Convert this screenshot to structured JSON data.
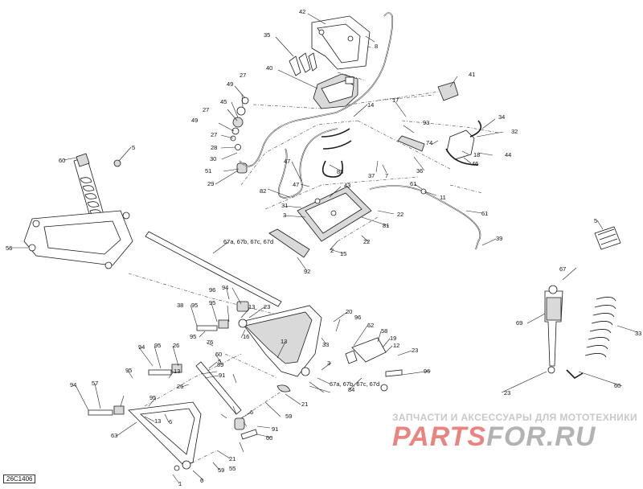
{
  "diagram_code": "26C1406",
  "watermark": {
    "tagline": "ЗАПЧАСТИ И АКСЕССУАРЫ ДЛЯ МОТОТЕХНИКИ",
    "logo_part1": "PARTS",
    "logo_part2": "FOR.RU"
  },
  "callouts": [
    "42",
    "35",
    "40",
    "8",
    "41",
    "49",
    "27",
    "45",
    "27",
    "49",
    "27",
    "28",
    "30",
    "51",
    "29",
    "14",
    "17",
    "93",
    "34",
    "32",
    "74",
    "18",
    "46",
    "44",
    "36",
    "37",
    "7",
    "47",
    "83",
    "47",
    "82",
    "43",
    "61",
    "11",
    "31",
    "3",
    "81",
    "22",
    "2",
    "22",
    "15",
    "92",
    "61",
    "39",
    "5",
    "60",
    "5",
    "56",
    "67a, 67b, 67c, 67d",
    "67",
    "69",
    "33",
    "96",
    "94",
    "95",
    "95",
    "13",
    "23",
    "38",
    "20",
    "96",
    "95",
    "76",
    "16",
    "33",
    "62",
    "58",
    "19",
    "12",
    "23",
    "94",
    "95",
    "26",
    "60",
    "13",
    "3",
    "5",
    "89",
    "96",
    "95",
    "13",
    "91",
    "84",
    "60",
    "67a, 67b, 67c, 67d",
    "23",
    "94",
    "57",
    "26",
    "95",
    "13",
    "6",
    "59",
    "21",
    "55",
    "63",
    "6",
    "91",
    "60",
    "21",
    "59",
    "6",
    "1"
  ],
  "colors": {
    "ink": "#1a1a1a",
    "watermark_red": "#e35b57",
    "watermark_gray": "#9a9a9a"
  }
}
